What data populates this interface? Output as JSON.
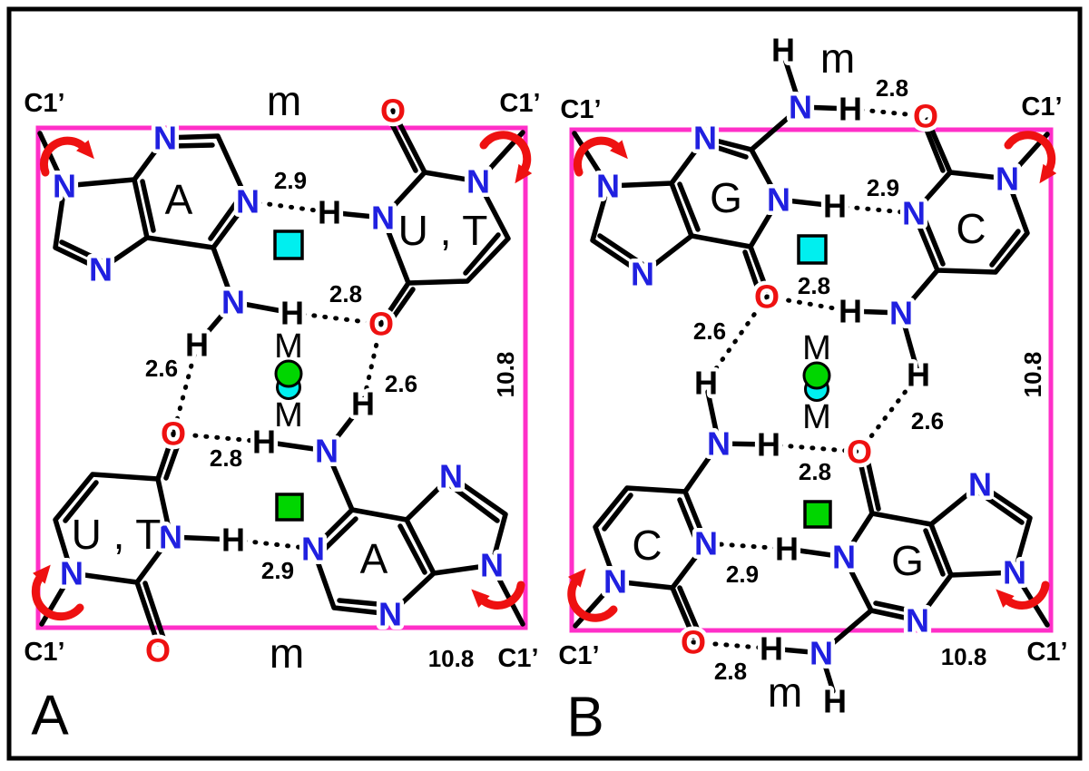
{
  "colors": {
    "magenta": "#FF2FC8",
    "blue": "#2020E0",
    "red": "#EE1111",
    "green": "#00D600",
    "cyan": "#00EFEF",
    "black": "#000000"
  },
  "symbols": {
    "nitrogen": "N",
    "oxygen": "O",
    "hydrogen": "H",
    "metal": "M",
    "mirror": "m",
    "c1_prime": "C1’"
  },
  "distances": {
    "d26": "2.6",
    "d28": "2.8",
    "d29": "2.9",
    "d108": "10.8"
  },
  "panel_a": {
    "letter": "A",
    "purine": "A",
    "pyrimidine": "U , T"
  },
  "panel_b": {
    "letter": "B",
    "purine": "G",
    "pyrimidine": "C"
  },
  "markers": {
    "rotation_arrow": "curved red arrow",
    "metal_ion": "green circle over cyan circle",
    "square_cyan": "cyan square",
    "square_green": "green square"
  }
}
